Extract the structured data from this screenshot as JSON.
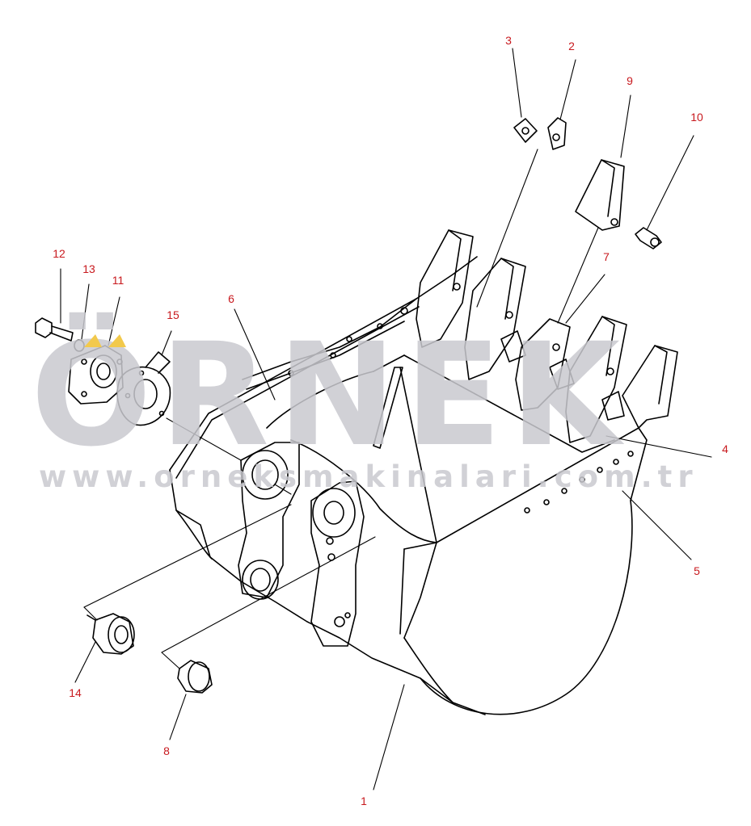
{
  "diagram": {
    "callouts": [
      {
        "id": "1",
        "text": "1"
      },
      {
        "id": "2",
        "text": "2"
      },
      {
        "id": "3",
        "text": "3"
      },
      {
        "id": "4",
        "text": "4"
      },
      {
        "id": "5",
        "text": "5"
      },
      {
        "id": "6",
        "text": "6"
      },
      {
        "id": "7",
        "text": "7"
      },
      {
        "id": "8",
        "text": "8"
      },
      {
        "id": "9",
        "text": "9"
      },
      {
        "id": "10",
        "text": "10"
      },
      {
        "id": "11",
        "text": "11"
      },
      {
        "id": "12",
        "text": "12"
      },
      {
        "id": "13",
        "text": "13"
      },
      {
        "id": "14",
        "text": "14"
      },
      {
        "id": "15",
        "text": "15"
      }
    ],
    "watermark": {
      "brand": "ÖRNEK",
      "url": "www.orneksmakinalari.com.tr"
    },
    "colors": {
      "callout": "#c8191e",
      "line": "#000000",
      "watermark": "#c9c9cf",
      "accent_mark": "#f2c94c"
    }
  }
}
